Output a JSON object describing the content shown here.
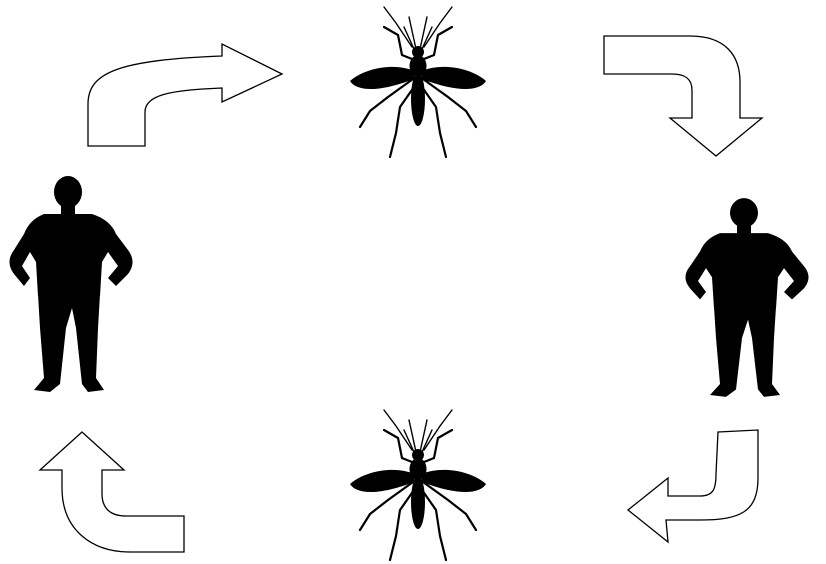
{
  "diagram": {
    "description_colors": {
      "background": "#ffffff",
      "silhouette": "#000000",
      "arrow_fill": "#ffffff",
      "arrow_stroke": "#000000"
    },
    "nodes": [
      {
        "id": "mosquito-top",
        "icon": "mosquito-icon"
      },
      {
        "id": "person-right",
        "icon": "person-icon"
      },
      {
        "id": "mosquito-bottom",
        "icon": "mosquito-icon"
      },
      {
        "id": "person-left",
        "icon": "person-icon"
      }
    ],
    "arrows": [
      {
        "id": "arrow-top-left",
        "from": "person-left",
        "to": "mosquito-top"
      },
      {
        "id": "arrow-top-right",
        "from": "mosquito-top",
        "to": "person-right"
      },
      {
        "id": "arrow-bottom-right",
        "from": "person-right",
        "to": "mosquito-bottom"
      },
      {
        "id": "arrow-bottom-left",
        "from": "mosquito-bottom",
        "to": "person-left"
      }
    ]
  }
}
